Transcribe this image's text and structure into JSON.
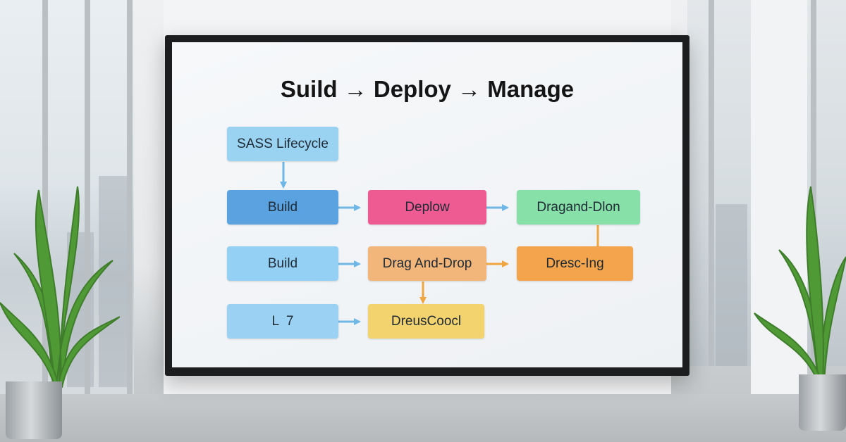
{
  "diagram": {
    "title": "Suild → Deploy → Manage",
    "nodes": {
      "sass_lifecycle": {
        "label": "SASS Lifecycle",
        "color": "#9ad3f2"
      },
      "build_a": {
        "label": "Build",
        "color": "#5aa3e0"
      },
      "deploy": {
        "label": "Deplow",
        "color": "#ee5b93"
      },
      "drag_and_dlon": {
        "label": "Dragand-Dlon",
        "color": "#86e0a8"
      },
      "build_b": {
        "label": "Build",
        "color": "#94d0f3"
      },
      "drag_and_drop": {
        "label": "Drag And-Drop",
        "color": "#f3b67a"
      },
      "dresc_ing": {
        "label": "Dresc-Ing",
        "color": "#f3a44c"
      },
      "node_l7": {
        "label": "L  7",
        "color": "#9bd2f3"
      },
      "dreus_cooc": {
        "label": "DreusCoocl",
        "color": "#f3d36d"
      }
    },
    "connector_color_blue": "#6fb7e6",
    "connector_color_orange": "#f0a640"
  }
}
